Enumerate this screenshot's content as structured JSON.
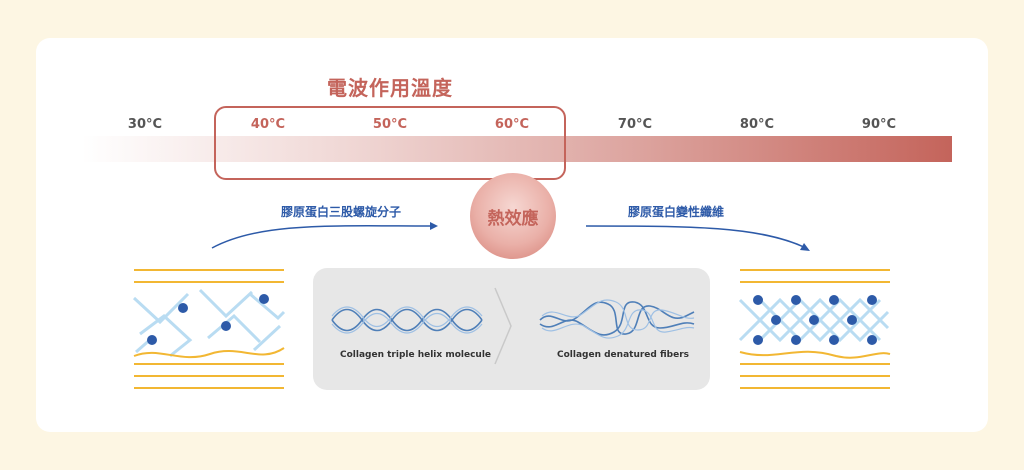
{
  "title": "電波作用溫度",
  "temperatures": {
    "t30": "30°C",
    "t40": "40°C",
    "t50": "50°C",
    "t60": "60°C",
    "t70": "70°C",
    "t80": "80°C",
    "t90": "90°C"
  },
  "thermal_effect": "熱效應",
  "step_left_label": "膠原蛋白三股螺旋分子",
  "step_right_label": "膠原蛋白變性纖維",
  "panel": {
    "caption_left": "Collagen triple helix molecule",
    "caption_right": "Collagen denatured fibers"
  },
  "colors": {
    "accent_red": "#c4645b",
    "accent_blue": "#2d5aa8",
    "fiber_yellow": "#f2b733",
    "mesh_blue": "#b9dcf2",
    "background": "#fdf6e3"
  }
}
